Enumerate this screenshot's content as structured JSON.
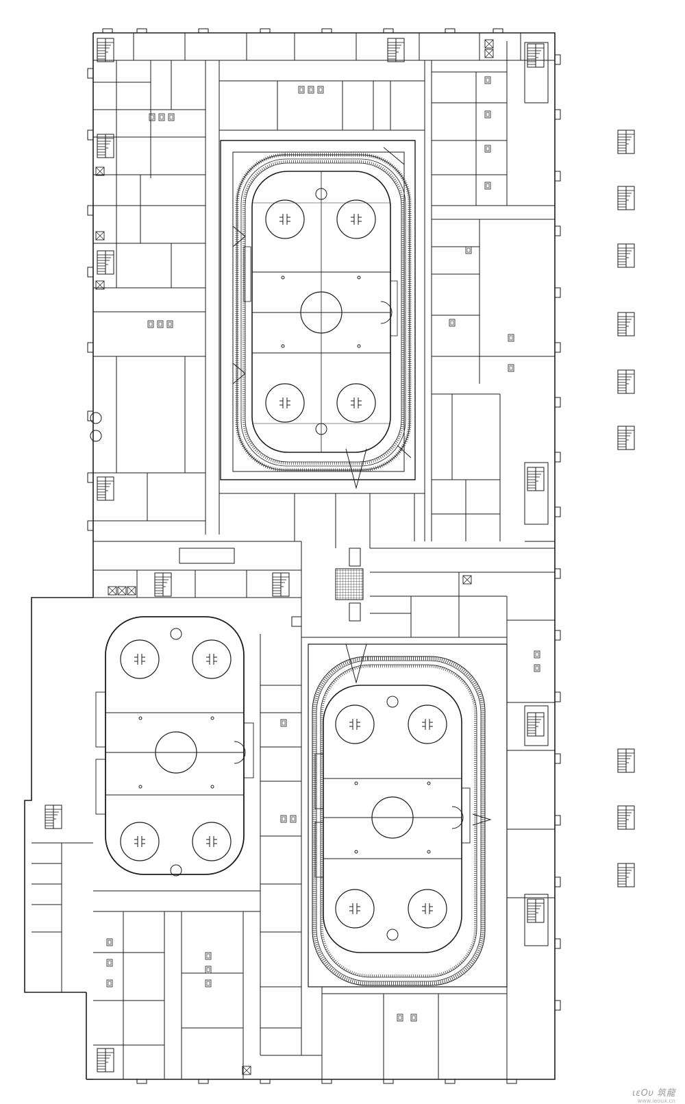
{
  "watermark": {
    "text": "ιεΟυ 筑龍",
    "sub": "www.ieoux.cn"
  },
  "colors": {
    "line": "#1a1a1a",
    "background": "#ffffff",
    "bleacher": "#333333"
  },
  "rinks": [
    {
      "id": "main-arena-rink",
      "faceoff_circles": 5,
      "has_seating_bowl": true
    },
    {
      "id": "community-rink",
      "faceoff_circles": 5,
      "has_seating_bowl": false
    },
    {
      "id": "secondary-arena-rink",
      "faceoff_circles": 5,
      "has_seating_bowl": true
    }
  ],
  "stair_symbols_margin": 9
}
